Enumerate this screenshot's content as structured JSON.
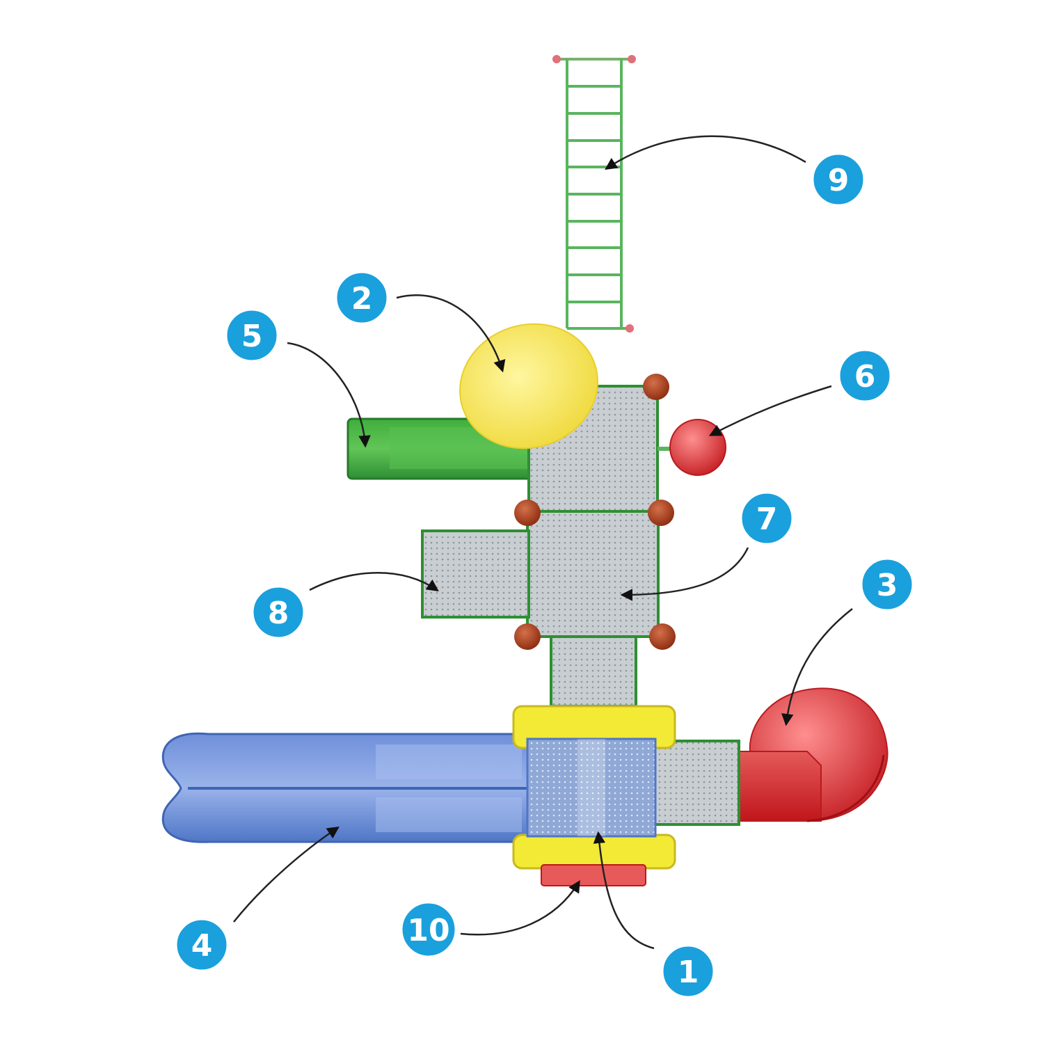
{
  "diagram": {
    "callouts": [
      {
        "id": "1",
        "label": "1"
      },
      {
        "id": "2",
        "label": "2"
      },
      {
        "id": "3",
        "label": "3"
      },
      {
        "id": "4",
        "label": "4"
      },
      {
        "id": "5",
        "label": "5"
      },
      {
        "id": "6",
        "label": "6"
      },
      {
        "id": "7",
        "label": "7"
      },
      {
        "id": "8",
        "label": "8"
      },
      {
        "id": "9",
        "label": "9"
      },
      {
        "id": "10",
        "label": "10"
      }
    ]
  },
  "colors": {
    "badge": "#1aa0dc",
    "platform_edge": "#2e8f33",
    "platform_fill": "#c9cfd2",
    "ladder": "#5ab55f",
    "roof_yellow": "#f2e34a",
    "slide_blue": "#5b86d6",
    "slide_red": "#d92b2b",
    "post_knob": "#a23a1a",
    "arrow": "#111111"
  }
}
